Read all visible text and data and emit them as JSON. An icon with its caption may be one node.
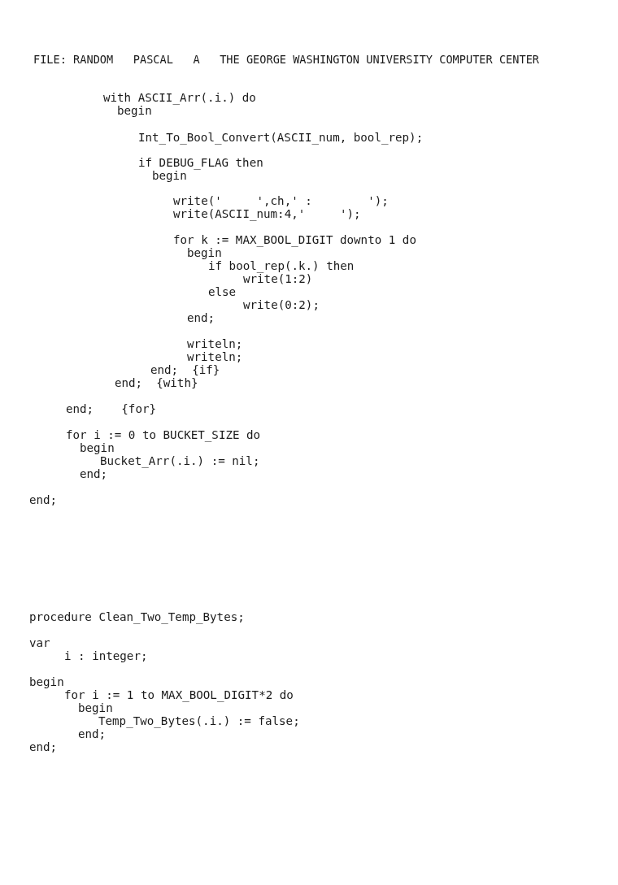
{
  "diagram": {
    "title": "FILE: RANDOM   PASCAL   A   THE GEORGE WASHINGTON UNIVERSITY COMPUTER CENTER",
    "labels": [
      "with ASCII_Arr(.i.) do",
      "begin",
      "Int_To_Bool_Convert(ASCII_num, bool_rep);",
      "if DEBUG_FLAG then",
      "begin",
      "write('     ',ch,' :        ');",
      "write(ASCII_num:4,'     ');",
      "for k := MAX_BOOL_DIGIT downto 1 do",
      "begin",
      "if bool_rep(.k.) then",
      "write(1:2)",
      "else",
      "write(0:2);",
      "end;",
      "writeln;",
      "writeln;",
      "end;  {if}",
      "end;  {with}",
      "end;    {for}",
      "for i := 0 to BUCKET_SIZE do",
      "begin",
      "Bucket_Arr(.i.) := nil;",
      "end;",
      "end;",
      "procedure Clean_Two_Temp_Bytes;",
      "var",
      "i : integer;",
      "begin",
      "for i := 1 to MAX_BOOL_DIGIT*2 do",
      "begin",
      "Temp_Two_Bytes(.i.) := false;",
      "end;",
      "end;"
    ]
  }
}
